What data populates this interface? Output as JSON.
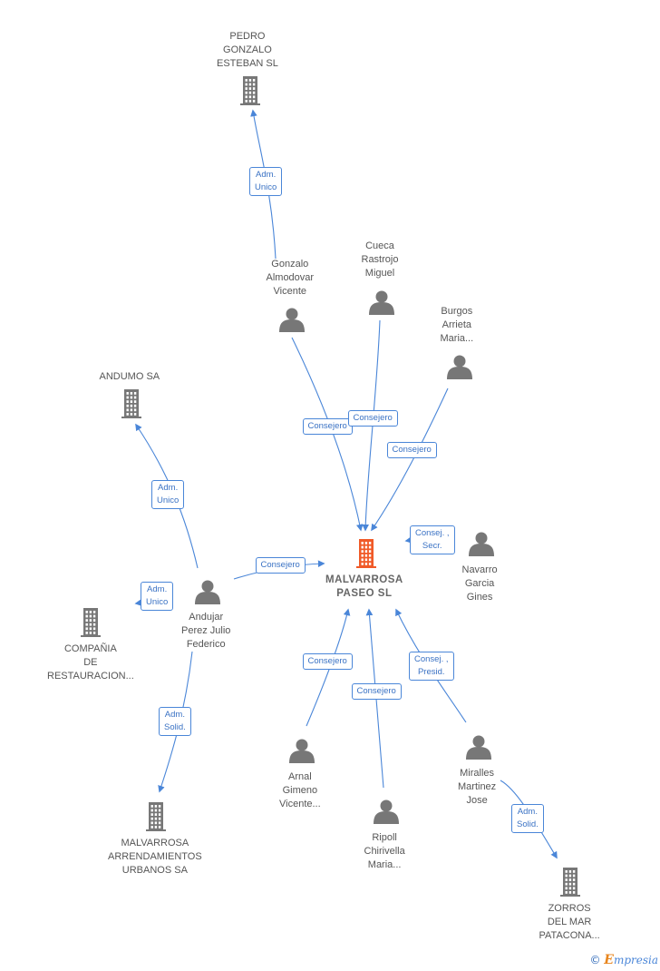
{
  "colors": {
    "edge": "#4a86d8",
    "node": "#777777",
    "focus": "#f05a28"
  },
  "nodes": {
    "pedro": {
      "label": [
        "PEDRO",
        "GONZALO",
        "ESTEBAN  SL"
      ],
      "type": "company"
    },
    "gonzalo": {
      "label": [
        "Gonzalo",
        "Almodovar",
        "Vicente"
      ],
      "type": "person"
    },
    "cueca": {
      "label": [
        "Cueca",
        "Rastrojo",
        "Miguel"
      ],
      "type": "person"
    },
    "burgos": {
      "label": [
        "Burgos",
        "Arrieta",
        "Maria..."
      ],
      "type": "person"
    },
    "andumo": {
      "label": [
        "ANDUMO SA"
      ],
      "type": "company"
    },
    "malvarrosa": {
      "label": [
        "MALVARROSA",
        "PASEO  SL"
      ],
      "type": "focus"
    },
    "navarro": {
      "label": [
        "Navarro",
        "Garcia",
        "Gines"
      ],
      "type": "person"
    },
    "andujar": {
      "label": [
        "Andujar",
        "Perez Julio",
        "Federico"
      ],
      "type": "person"
    },
    "compania": {
      "label": [
        "COMPAÑIA",
        "DE",
        "RESTAURACION..."
      ],
      "type": "company"
    },
    "arnal": {
      "label": [
        "Arnal",
        "Gimeno",
        "Vicente..."
      ],
      "type": "person"
    },
    "ripoll": {
      "label": [
        "Ripoll",
        "Chirivella",
        "Maria..."
      ],
      "type": "person"
    },
    "miralles": {
      "label": [
        "Miralles",
        "Martinez",
        "Jose"
      ],
      "type": "person"
    },
    "arrend": {
      "label": [
        "MALVARROSA",
        "ARRENDAMIENTOS",
        "URBANOS SA"
      ],
      "type": "company"
    },
    "zorros": {
      "label": [
        "ZORROS",
        "DEL MAR",
        "PATACONA..."
      ],
      "type": "company"
    }
  },
  "edges": [
    {
      "id": "e1",
      "from": "gonzalo",
      "to": "pedro",
      "label": [
        "Adm.",
        "Unico"
      ]
    },
    {
      "id": "e2",
      "from": "gonzalo",
      "to": "malvarrosa",
      "label": [
        "Consejero"
      ]
    },
    {
      "id": "e3",
      "from": "cueca",
      "to": "malvarrosa",
      "label": [
        "Consejero"
      ]
    },
    {
      "id": "e4",
      "from": "burgos",
      "to": "malvarrosa",
      "label": [
        "Consejero"
      ]
    },
    {
      "id": "e5",
      "from": "navarro",
      "to": "malvarrosa",
      "label": [
        "Consej. ,",
        "Secr."
      ]
    },
    {
      "id": "e6",
      "from": "andujar",
      "to": "andumo",
      "label": [
        "Adm.",
        "Unico"
      ]
    },
    {
      "id": "e7",
      "from": "andujar",
      "to": "compania",
      "label": [
        "Adm.",
        "Unico"
      ]
    },
    {
      "id": "e8",
      "from": "andujar",
      "to": "malvarrosa",
      "label": [
        "Consejero"
      ]
    },
    {
      "id": "e9",
      "from": "andujar",
      "to": "arrend",
      "label": [
        "Adm.",
        "Solid."
      ]
    },
    {
      "id": "e10",
      "from": "arnal",
      "to": "malvarrosa",
      "label": [
        "Consejero"
      ]
    },
    {
      "id": "e11",
      "from": "ripoll",
      "to": "malvarrosa",
      "label": [
        "Consejero"
      ]
    },
    {
      "id": "e12",
      "from": "miralles",
      "to": "malvarrosa",
      "label": [
        "Consej. ,",
        "Presid."
      ]
    },
    {
      "id": "e13",
      "from": "miralles",
      "to": "zorros",
      "label": [
        "Adm.",
        "Solid."
      ]
    }
  ],
  "footer": {
    "copyright": "©",
    "brand_initial": "E",
    "brand_rest": "mpresia"
  }
}
